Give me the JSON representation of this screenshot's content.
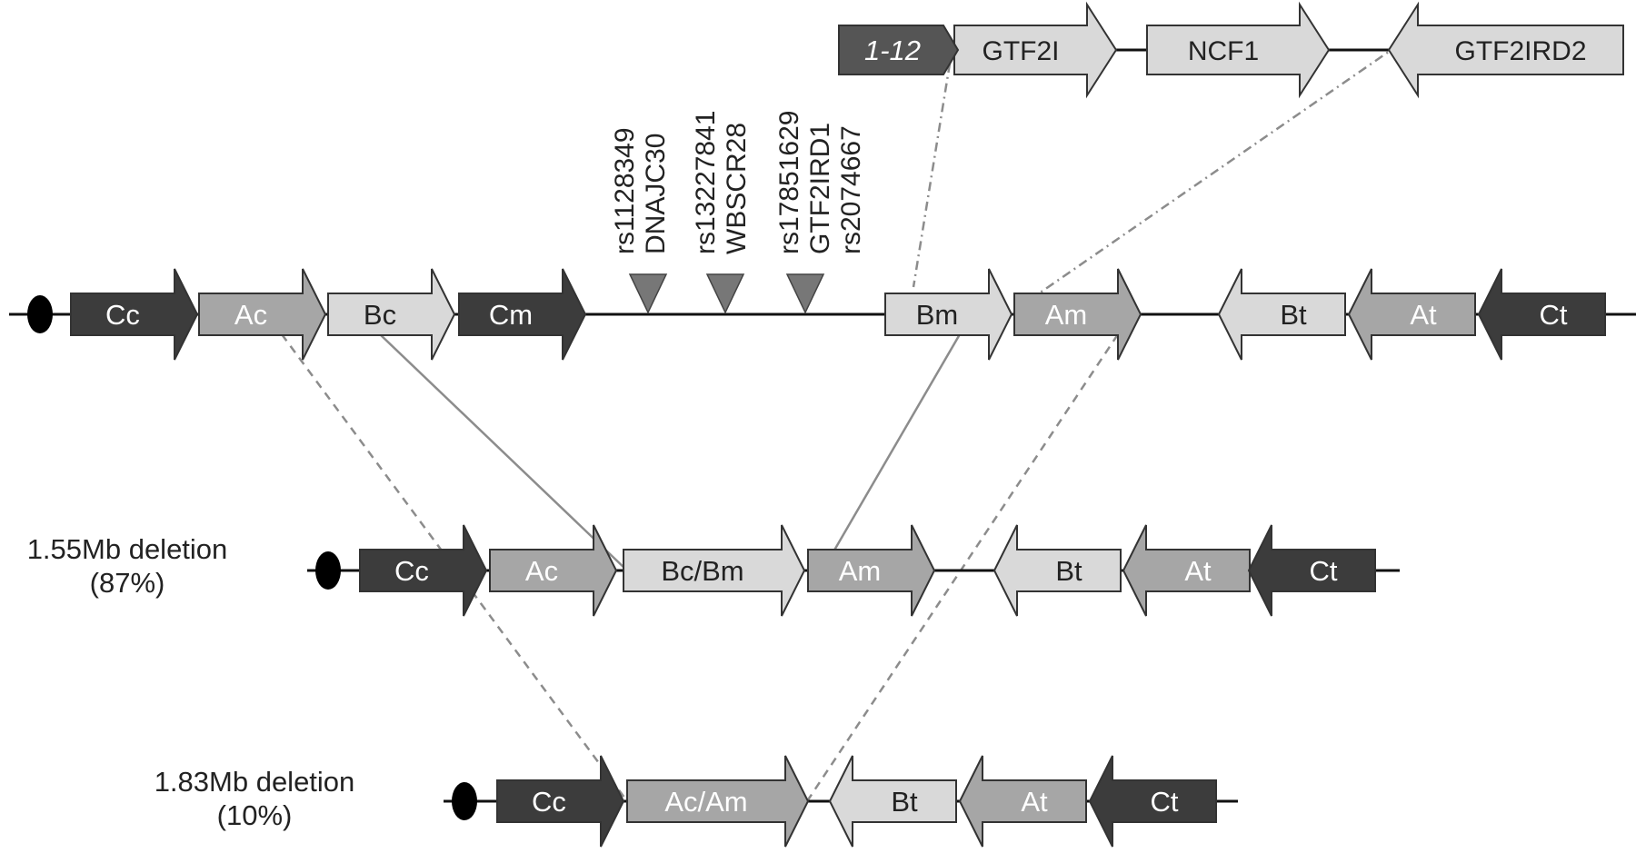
{
  "colors": {
    "C": "#3c3c3c",
    "A": "#a6a6a6",
    "B": "#d9d9d9",
    "exon": "#555555",
    "snp": "#777777",
    "line": "#111111",
    "connector": "#8c8c8c"
  },
  "top_genes": {
    "exon_label": "1-12",
    "genes": [
      "GTF2I",
      "NCF1",
      "GTF2IRD2"
    ]
  },
  "snp_labels": [
    [
      "rs1128349",
      "DNAJC30"
    ],
    [
      "rs13227841",
      "WBSCR28"
    ],
    [
      "rs17851629",
      "GTF2IRD1",
      "rs2074667"
    ]
  ],
  "rows": {
    "reference": {
      "blocks": [
        "Cc",
        "Ac",
        "Bc",
        "Cm",
        "Bm",
        "Am",
        "Bt",
        "At",
        "Ct"
      ]
    },
    "deletion_155": {
      "title": "1.55Mb deletion",
      "percent": "(87%)",
      "blocks": [
        "Cc",
        "Ac",
        "Bc/Bm",
        "Am",
        "Bt",
        "At",
        "Ct"
      ]
    },
    "deletion_183": {
      "title": "1.83Mb deletion",
      "percent": "(10%)",
      "blocks": [
        "Cc",
        "Ac/Am",
        "Bt",
        "At",
        "Ct"
      ]
    }
  }
}
